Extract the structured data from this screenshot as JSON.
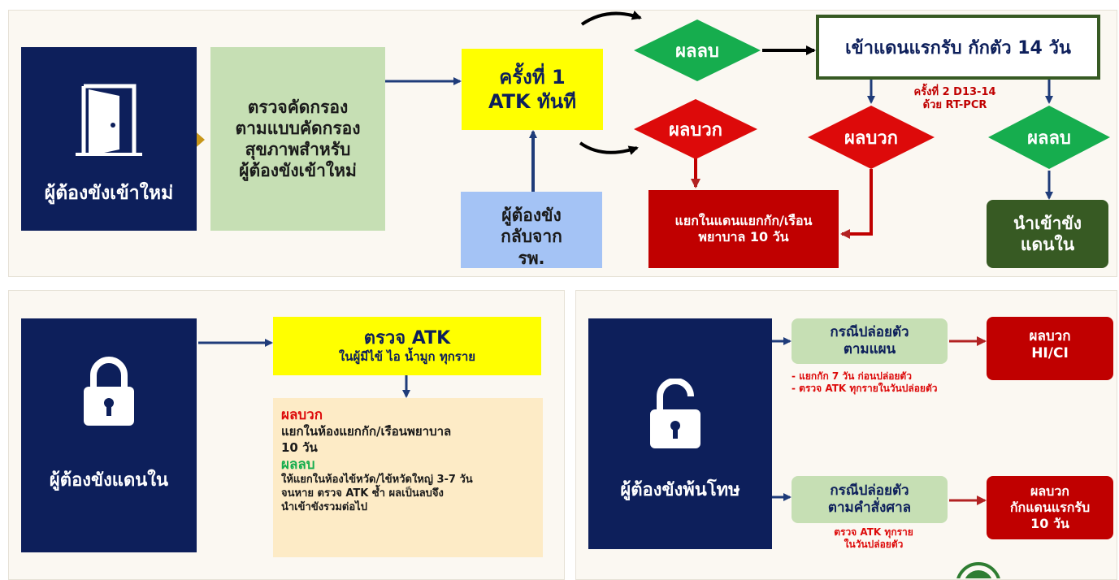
{
  "top": {
    "new_inmate_label": "ผู้ต้องขังเข้าใหม่",
    "screening_lines": [
      "ตรวจคัดกรอง",
      "ตามแบบคัดกรอง",
      "สุขภาพสำหรับ",
      "ผู้ต้องขังเข้าใหม่"
    ],
    "atk_first_lines": [
      "ครั้งที่ 1",
      "ATK ทันที"
    ],
    "returning_lines": [
      "ผู้ต้องขัง",
      "กลับจาก",
      "รพ."
    ],
    "negative_label": "ผลลบ",
    "positive_label": "ผลบวก",
    "first_quarantine": "เข้าแดนแรกรับ  กักตัว 14 วัน",
    "second_test_lines": [
      "ครั้งที่ 2  D13-14",
      "ด้วย RT-PCR"
    ],
    "positive2_label": "ผลบวก",
    "negative2_label": "ผลลบ",
    "isolate_lines": [
      "แยกในแดนแยกกัก/เรือน",
      "พยาบาล 10 วัน"
    ],
    "into_inner_lines": [
      "นำเข้าขัง",
      "แดนใน"
    ]
  },
  "bottom_left": {
    "inner_inmate_label": "ผู้ต้องขังแดนใน",
    "atk_title": "ตรวจ  ATK",
    "atk_sub": "ในผู้มีไข้ ไอ น้ำมูก ทุกราย",
    "pos_title": "ผลบวก",
    "pos_lines": [
      "แยกในห้องแยกกัก/เรือนพยาบาล",
      "10 วัน"
    ],
    "neg_title": "ผลลบ",
    "neg_lines": [
      "ให้แยกในห้องไข้หวัด/ไข้หวัดใหญ่  3-7 วัน",
      "จนหาย  ตรวจ ATK ซ้ำ ผลเป็นลบจึง",
      "นำเข้าขังรวมต่อไป"
    ]
  },
  "bottom_right": {
    "released_label": "ผู้ต้องขังพ้นโทษ",
    "plan_lines": [
      "กรณีปล่อยตัว",
      "ตามแผน"
    ],
    "plan_notes": [
      "- แยกกัก  7 วัน ก่อนปล่อยตัว",
      "- ตรวจ ATK ทุกรายในวันปล่อยตัว"
    ],
    "court_lines": [
      "กรณีปล่อยตัว",
      "ตามคำสั่งศาล"
    ],
    "court_notes": [
      "ตรวจ ATK ทุกราย",
      "ในวันปล่อยตัว"
    ],
    "pos_hi_lines": [
      "ผลบวก",
      "HI/CI"
    ],
    "pos_quar_lines": [
      "ผลบวก",
      "กักแดนแรกรับ",
      "10 วัน"
    ]
  },
  "colors": {
    "navy": "#0d1f5b",
    "green_box": "#c6dfb4",
    "yellow": "#ffff00",
    "light_blue": "#a4c3f5",
    "diamond_green": "#16ad4e",
    "diamond_red": "#dd0a0a",
    "dark_red": "#c00000",
    "dark_green": "#375a23",
    "cream": "#fdebc6",
    "arrow_blue": "#1f3c7a",
    "arrow_red": "#b22222"
  }
}
